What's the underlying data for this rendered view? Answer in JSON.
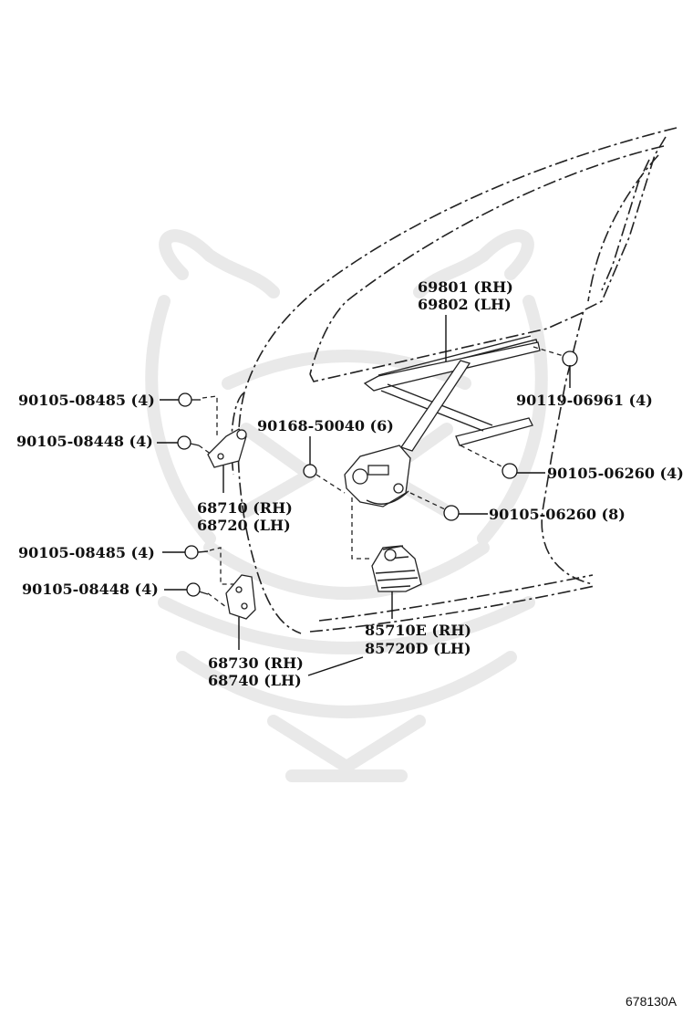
{
  "diagram": {
    "labels": {
      "l_69801": "69801 (RH)",
      "l_69802": "69802 (LH)",
      "l_90119": "90119-06961 (4)",
      "l_90105_top": "90105-08485 (4)",
      "l_90105_448_top": "90105-08448 (4)",
      "l_90168": "90168-50040 (6)",
      "l_90105_0626_4": "90105-06260 (4)",
      "l_68710": "68710 (RH)",
      "l_68720": "68720 (LH)",
      "l_90105_0626_8": "90105-06260 (8)",
      "l_90105_bot": "90105-08485 (4)",
      "l_90105_448_bot": "90105-08448 (4)",
      "l_85710": "85710E (RH)",
      "l_85720": "85720D (LH)",
      "l_68730": "68730 (RH)",
      "l_68740": "68740 (LH)"
    },
    "drawing_code": "678130A"
  }
}
